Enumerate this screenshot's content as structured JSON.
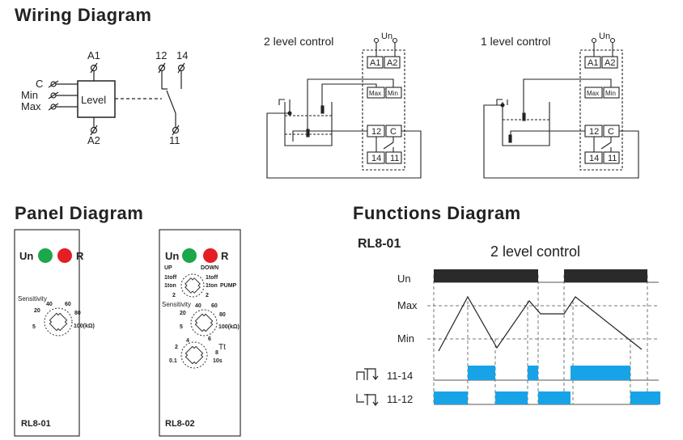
{
  "titles": {
    "wiring": "Wiring Diagram",
    "panel": "Panel Diagram",
    "functions": "Functions Diagram"
  },
  "wiring": {
    "inputs": [
      "C",
      "Min",
      "Max"
    ],
    "relay_box": "Level",
    "terminals": {
      "a1": "A1",
      "a2": "A2",
      "t12": "12",
      "t14": "14",
      "t11": "11"
    }
  },
  "two_level": {
    "title": "2 level control",
    "un": "Un",
    "a1": "A1",
    "a2": "A2",
    "max": "Max",
    "min": "Min",
    "t12": "12",
    "c": "C",
    "t14": "14",
    "t11": "11"
  },
  "one_level": {
    "title": "1 level control",
    "un": "Un",
    "a1": "A1",
    "a2": "A2",
    "max": "Max",
    "min": "Min",
    "t12": "12",
    "c": "C",
    "t14": "14",
    "t11": "11"
  },
  "panel_01": {
    "un": "Un",
    "r": "R",
    "sensitivity": "Sensitivity",
    "scale": [
      "40",
      "60",
      "20",
      "80",
      "5",
      "100(kΩ)"
    ],
    "model": "RL8-01",
    "led_colors": {
      "un": "#1aa84a",
      "r": "#e31e24"
    }
  },
  "panel_02": {
    "un": "Un",
    "r": "R",
    "up": "UP",
    "down": "DOWN",
    "mode_left": [
      "1toff",
      "1ton",
      "2"
    ],
    "mode_right": [
      "1toff",
      "1ton",
      "2"
    ],
    "pump": "PUMP",
    "sensitivity": "Sensitivity",
    "scale": [
      "40",
      "60",
      "20",
      "80",
      "5",
      "100(kΩ)"
    ],
    "tt": "Tt",
    "tt_scale": [
      "4",
      "6",
      "2",
      "8",
      "0.1",
      "10s"
    ],
    "model": "RL8-02",
    "led_colors": {
      "un": "#1aa84a",
      "r": "#e31e24"
    }
  },
  "functions": {
    "model": "RL8-01",
    "title": "2 level control",
    "rows": {
      "un": "Un",
      "max": "Max",
      "min": "Min",
      "c1114": "11-14",
      "c1112": "11-12"
    },
    "colors": {
      "on_bar": "#2a2a2a",
      "relay": "#17a3e6"
    }
  }
}
